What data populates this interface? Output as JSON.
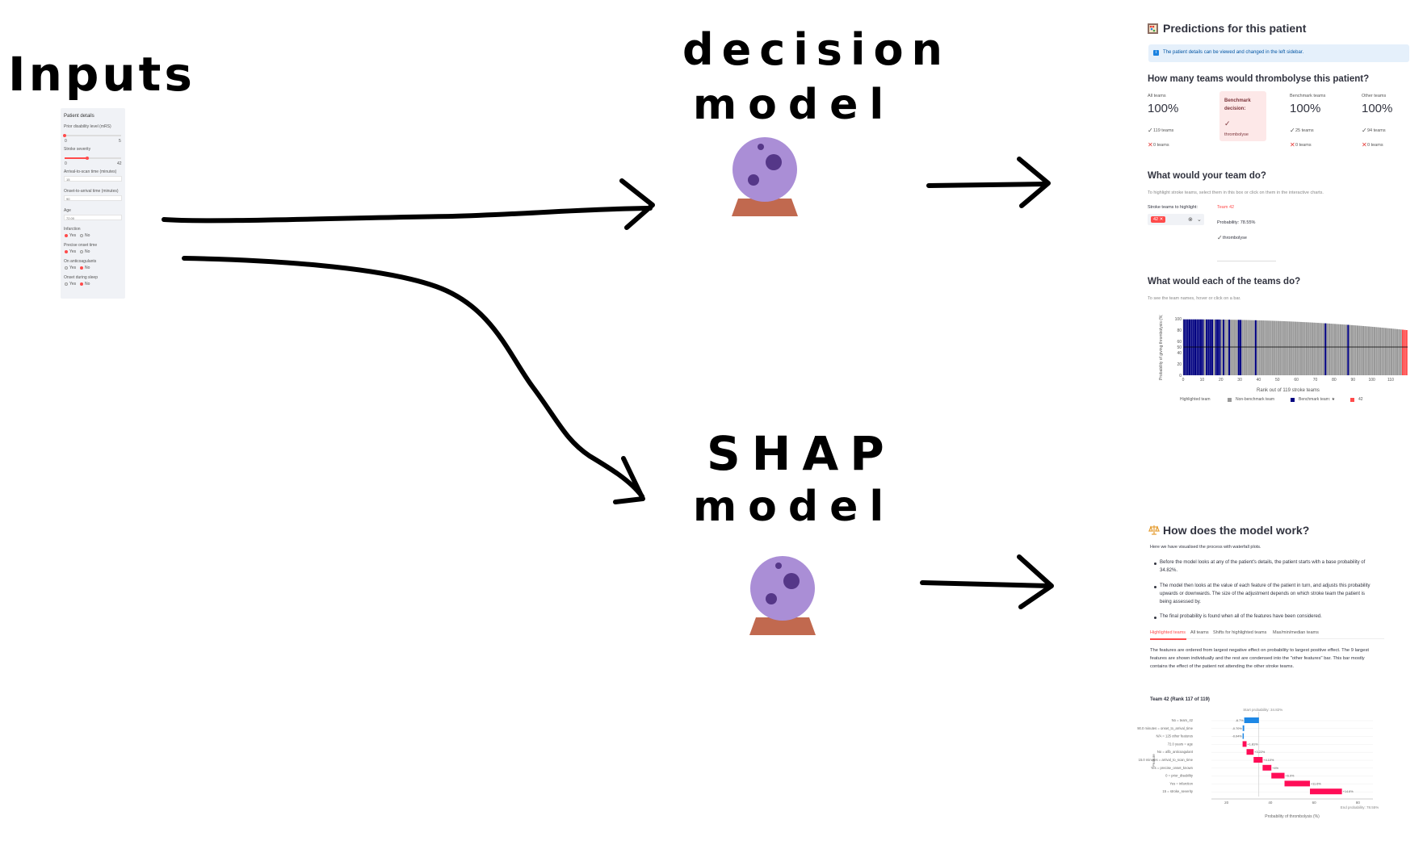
{
  "labels": {
    "inputs": "Inputs",
    "decision_model": [
      "decision",
      "model"
    ],
    "shap_model": [
      "SHAP",
      "model"
    ]
  },
  "sidebar": {
    "title": "Patient details",
    "fields": [
      {
        "label": "Prior disability level (mRS)",
        "min": "0",
        "max": "5",
        "level": 0.0
      },
      {
        "label": "Stroke severity",
        "min": "0",
        "max": "42",
        "level": 0.4
      },
      {
        "label": "Arrival-to-scan time (minutes)",
        "value": "15"
      },
      {
        "label": "Onset-to-arrival time (minutes)",
        "value": "90"
      },
      {
        "label": "Age",
        "value": "72.00"
      },
      {
        "label": "Infarction",
        "options": [
          "Yes",
          "No"
        ],
        "selected": "Yes"
      },
      {
        "label": "Precise onset time",
        "options": [
          "Yes",
          "No"
        ],
        "selected": "Yes"
      },
      {
        "label": "On anticoagulants",
        "options": [
          "Yes",
          "No"
        ],
        "selected": "No"
      },
      {
        "label": "Onset during sleep",
        "options": [
          "Yes",
          "No"
        ],
        "selected": "No"
      }
    ]
  },
  "predictions": {
    "icon": "abacus-icon",
    "title": "Predictions for this patient",
    "info_icon": "info-icon",
    "info": "The patient details can be viewed and changed in the left sidebar.",
    "q1": "How many teams would thrombolyse this patient?",
    "columns": [
      {
        "label": "All teams",
        "value": "100%",
        "count": "119 teams",
        "zero": "0 teams"
      },
      {
        "label": "Benchmark decision:",
        "decision": "thrombolyse"
      },
      {
        "label": "Benchmark teams",
        "value": "100%",
        "count": "25 teams",
        "zero": "0 teams"
      },
      {
        "label": "Other teams",
        "value": "100%",
        "count": "94 teams",
        "zero": "0 teams"
      }
    ],
    "q2": "What would your team do?",
    "q2_hint": "To highlight stroke teams, select them in this box or click on them in the interactive charts.",
    "select_label": "Stroke teams to highlight:",
    "selected_tag": "42",
    "team_name": "Team 42",
    "team_prob": "Probability: 78.55%",
    "team_decision": "thrombolyse",
    "q3": "What would each of the teams do?",
    "q3_hint": "To see the team names, hover or click on a bar.",
    "chart_ylabel": "Probability of giving thrombolysis (%)",
    "chart_xlabel": "Rank out of 119 stroke teams",
    "legend_title": "Highlighted team",
    "legend": [
      "Non-benchmark team",
      "Benchmark team: ★",
      "42"
    ]
  },
  "model": {
    "icon": "scales-icon",
    "title": "How does the model work?",
    "intro": "Here we have visualised the process with waterfall plots.",
    "bullets": [
      "Before the model looks at any of the patient's details, the patient starts with a base probability of 34.82%.",
      "The model then looks at the value of each feature of the patient in turn, and adjusts this probability upwards or downwards. The size of the adjustment depends on which stroke team the patient is being assessed by.",
      "The final probability is found when all of the features have been considered."
    ],
    "tabs": [
      "Highlighted teams",
      "All teams",
      "Shifts for highlighted teams",
      "Max/min/median teams"
    ],
    "description": "The features are ordered from largest negative effect on probability to largest positive effect. The 9 largest features are shown individually and the rest are condensed into the \"other features\" bar. This bar mostly contains the effect of the patient not attending the other stroke teams.",
    "waterfall_title": "Team 42 (Rank 117 of 119)",
    "start_label": "Start probability: 34.82%",
    "end_label": "End probability: 78.55%",
    "xlabel": "Probability of thrombolysis (%)",
    "ylabel": "Feature"
  },
  "chart_data": [
    {
      "type": "bar",
      "title": "",
      "xlabel": "Rank out of 119 stroke teams",
      "ylabel": "Probability of giving thrombolysis (%)",
      "x_ticks": [
        "0",
        "10",
        "20",
        "30",
        "40",
        "50",
        "60",
        "70",
        "80",
        "90",
        "100",
        "110"
      ],
      "y_ticks": [
        "0",
        "20",
        "40",
        "50",
        "60",
        "80",
        "100"
      ],
      "ylim": [
        0,
        100
      ],
      "n_bars": 119,
      "start_value": 99,
      "end_value": 80,
      "threshold": 50,
      "benchmark_ranks": [
        1,
        2,
        3,
        4,
        5,
        6,
        7,
        8,
        9,
        10,
        11,
        13,
        14,
        15,
        16,
        18,
        19,
        20,
        22,
        25,
        30,
        31,
        39,
        76,
        88
      ],
      "highlight_rank": 117,
      "colors": {
        "non_benchmark": "#999999",
        "benchmark": "#000080",
        "highlight": "#ff4b4b"
      }
    },
    {
      "type": "bar",
      "title": "Team 42 (Rank 117 of 119)",
      "orientation": "horizontal-waterfall",
      "xlabel": "Probability of thrombolysis (%)",
      "ylabel": "Feature",
      "x_ticks": [
        "20",
        "40",
        "60",
        "80"
      ],
      "xlim": [
        15,
        85
      ],
      "start": 34.82,
      "end": 78.55,
      "features": [
        {
          "name": "No = team_42",
          "effect": "-6.7%",
          "delta": -6.7
        },
        {
          "name": "90.0 minutes = onset_to_arrival_time",
          "effect": "-0.70%",
          "delta": -0.7
        },
        {
          "name": "N/A = 125 other features",
          "effect": "-0.04%",
          "delta": -0.04
        },
        {
          "name": "72.0 years = age",
          "effect": "+1.81%",
          "delta": 1.81
        },
        {
          "name": "No = afib_anticoagulant",
          "effect": "+3.22%",
          "delta": 3.22
        },
        {
          "name": "15.0 minutes = arrival_to_scan_time",
          "effect": "+4.10%",
          "delta": 4.1
        },
        {
          "name": "Yes = precise_onset_known",
          "effect": "+4%",
          "delta": 4.0
        },
        {
          "name": "0 = prior_disability",
          "effect": "+6.0%",
          "delta": 6.0
        },
        {
          "name": "Yes = infarction",
          "effect": "+11.6%",
          "delta": 11.6
        },
        {
          "name": "15 = stroke_severity",
          "effect": "+14.6%",
          "delta": 14.6
        }
      ],
      "colors": {
        "negative": "#1e88e5",
        "positive": "#ff0d57"
      }
    }
  ]
}
